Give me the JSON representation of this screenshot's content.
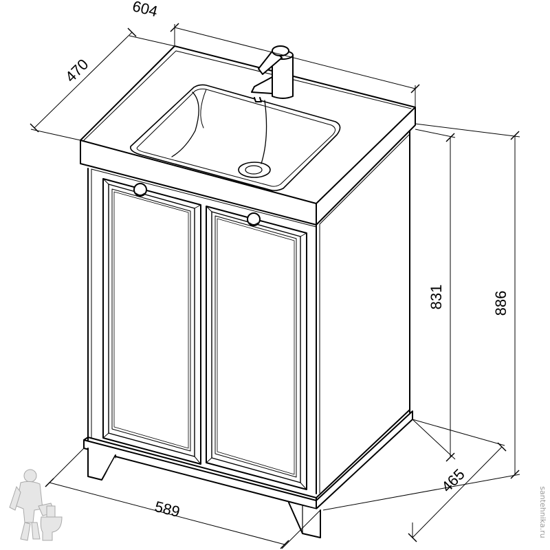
{
  "dimensions": {
    "top_width": "604",
    "top_depth": "470",
    "cabinet_height": "831",
    "total_height": "886",
    "base_width": "589",
    "base_depth": "465"
  },
  "watermark": {
    "text": "santehnika.ru"
  }
}
